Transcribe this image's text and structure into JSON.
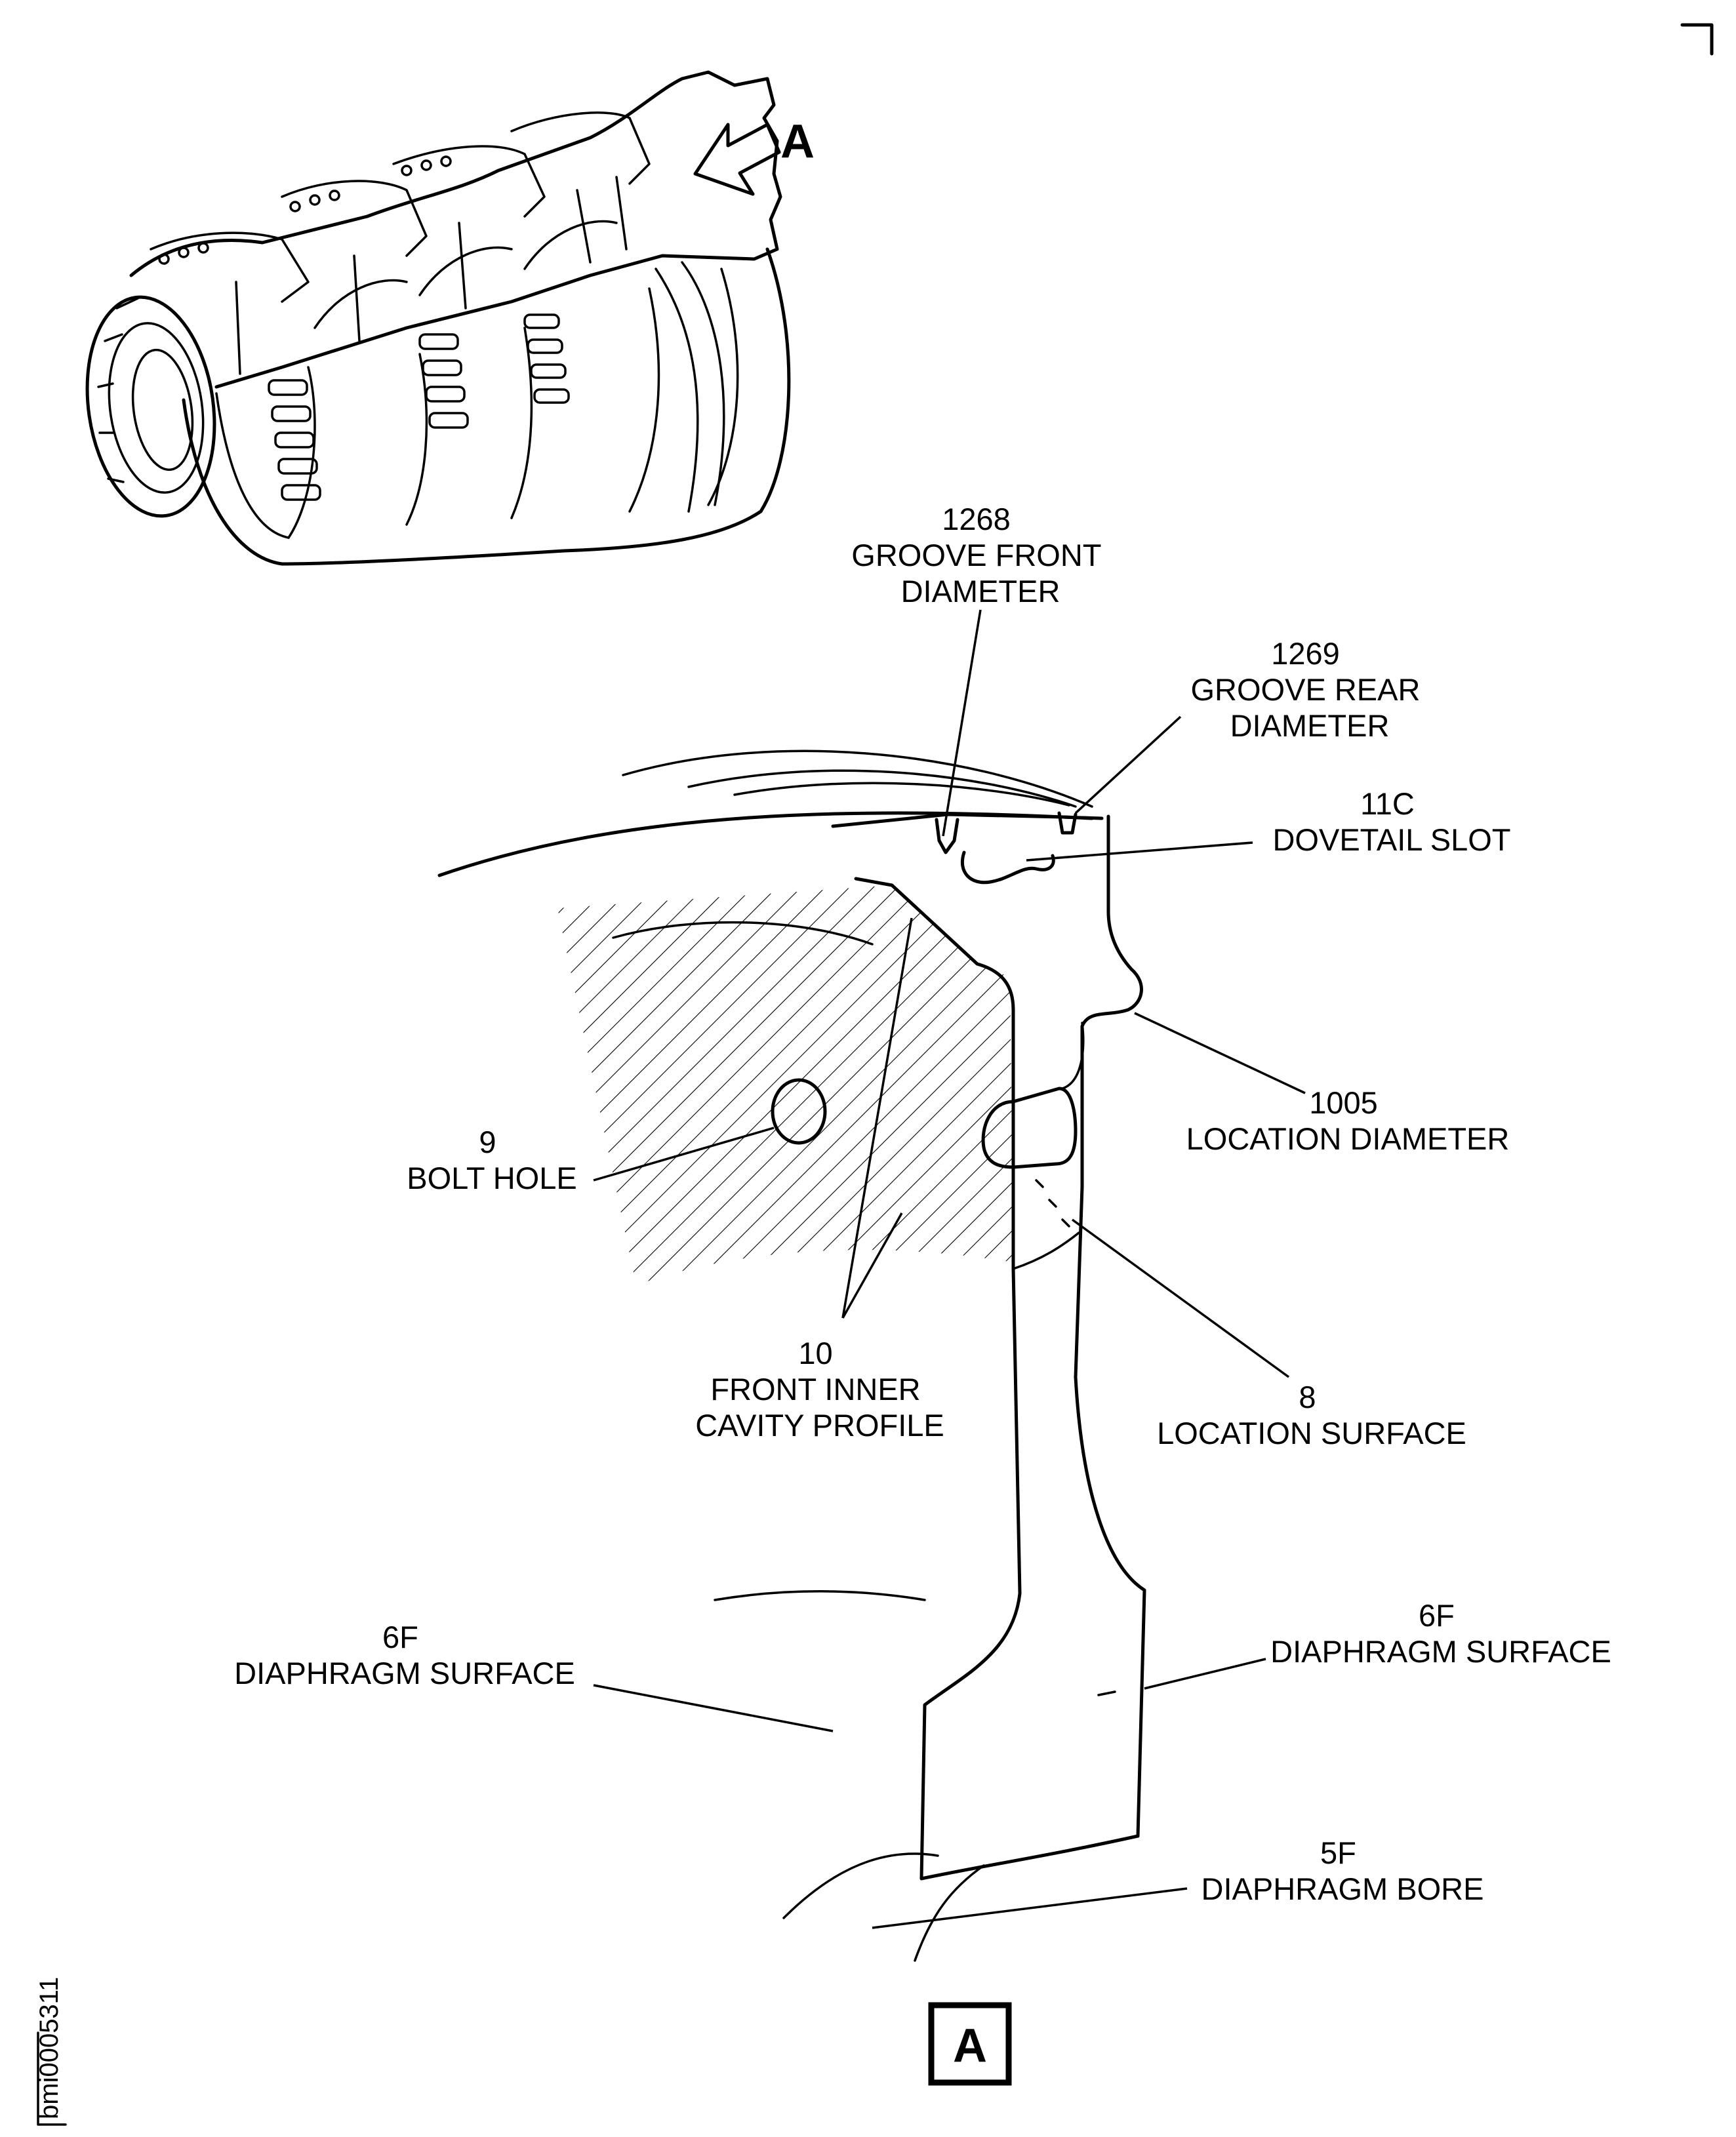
{
  "view": {
    "arrow_label": "A",
    "view_box_label": "A"
  },
  "figure_id": "bmi0005311",
  "callouts": [
    {
      "key": "groove_front",
      "number": "1268",
      "lines": [
        "GROOVE FRONT",
        "DIAMETER"
      ]
    },
    {
      "key": "groove_rear",
      "number": "1269",
      "lines": [
        "GROOVE REAR",
        "DIAMETER"
      ]
    },
    {
      "key": "dovetail_slot",
      "number": "11C",
      "lines": [
        "DOVETAIL SLOT"
      ]
    },
    {
      "key": "location_diameter",
      "number": "1005",
      "lines": [
        "LOCATION DIAMETER"
      ]
    },
    {
      "key": "bolt_hole",
      "number": "9",
      "lines": [
        "BOLT HOLE"
      ]
    },
    {
      "key": "front_inner_cavity",
      "number": "10",
      "lines": [
        "FRONT INNER",
        "CAVITY PROFILE"
      ]
    },
    {
      "key": "location_surface",
      "number": "8",
      "lines": [
        "LOCATION SURFACE"
      ]
    },
    {
      "key": "diaphragm_surface_left",
      "number": "6F",
      "lines": [
        "DIAPHRAGM SURFACE"
      ]
    },
    {
      "key": "diaphragm_surface_right",
      "number": "6F",
      "lines": [
        "DIAPHRAGM SURFACE"
      ]
    },
    {
      "key": "diaphragm_bore",
      "number": "5F",
      "lines": [
        "DIAPHRAGM BORE"
      ]
    }
  ]
}
